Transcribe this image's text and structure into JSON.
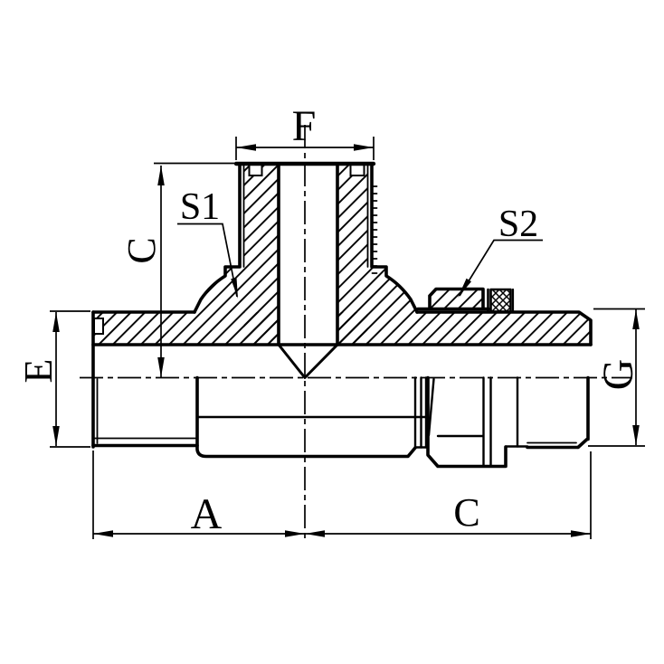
{
  "drawing_kind": "engineering-cross-section",
  "colors": {
    "line": "#000000",
    "background": "#ffffff"
  },
  "labels": {
    "f": "F",
    "c_vertical": "C",
    "e": "E",
    "g": "G",
    "a": "A",
    "c_horizontal": "C",
    "s1": "S1",
    "s2": "S2"
  }
}
